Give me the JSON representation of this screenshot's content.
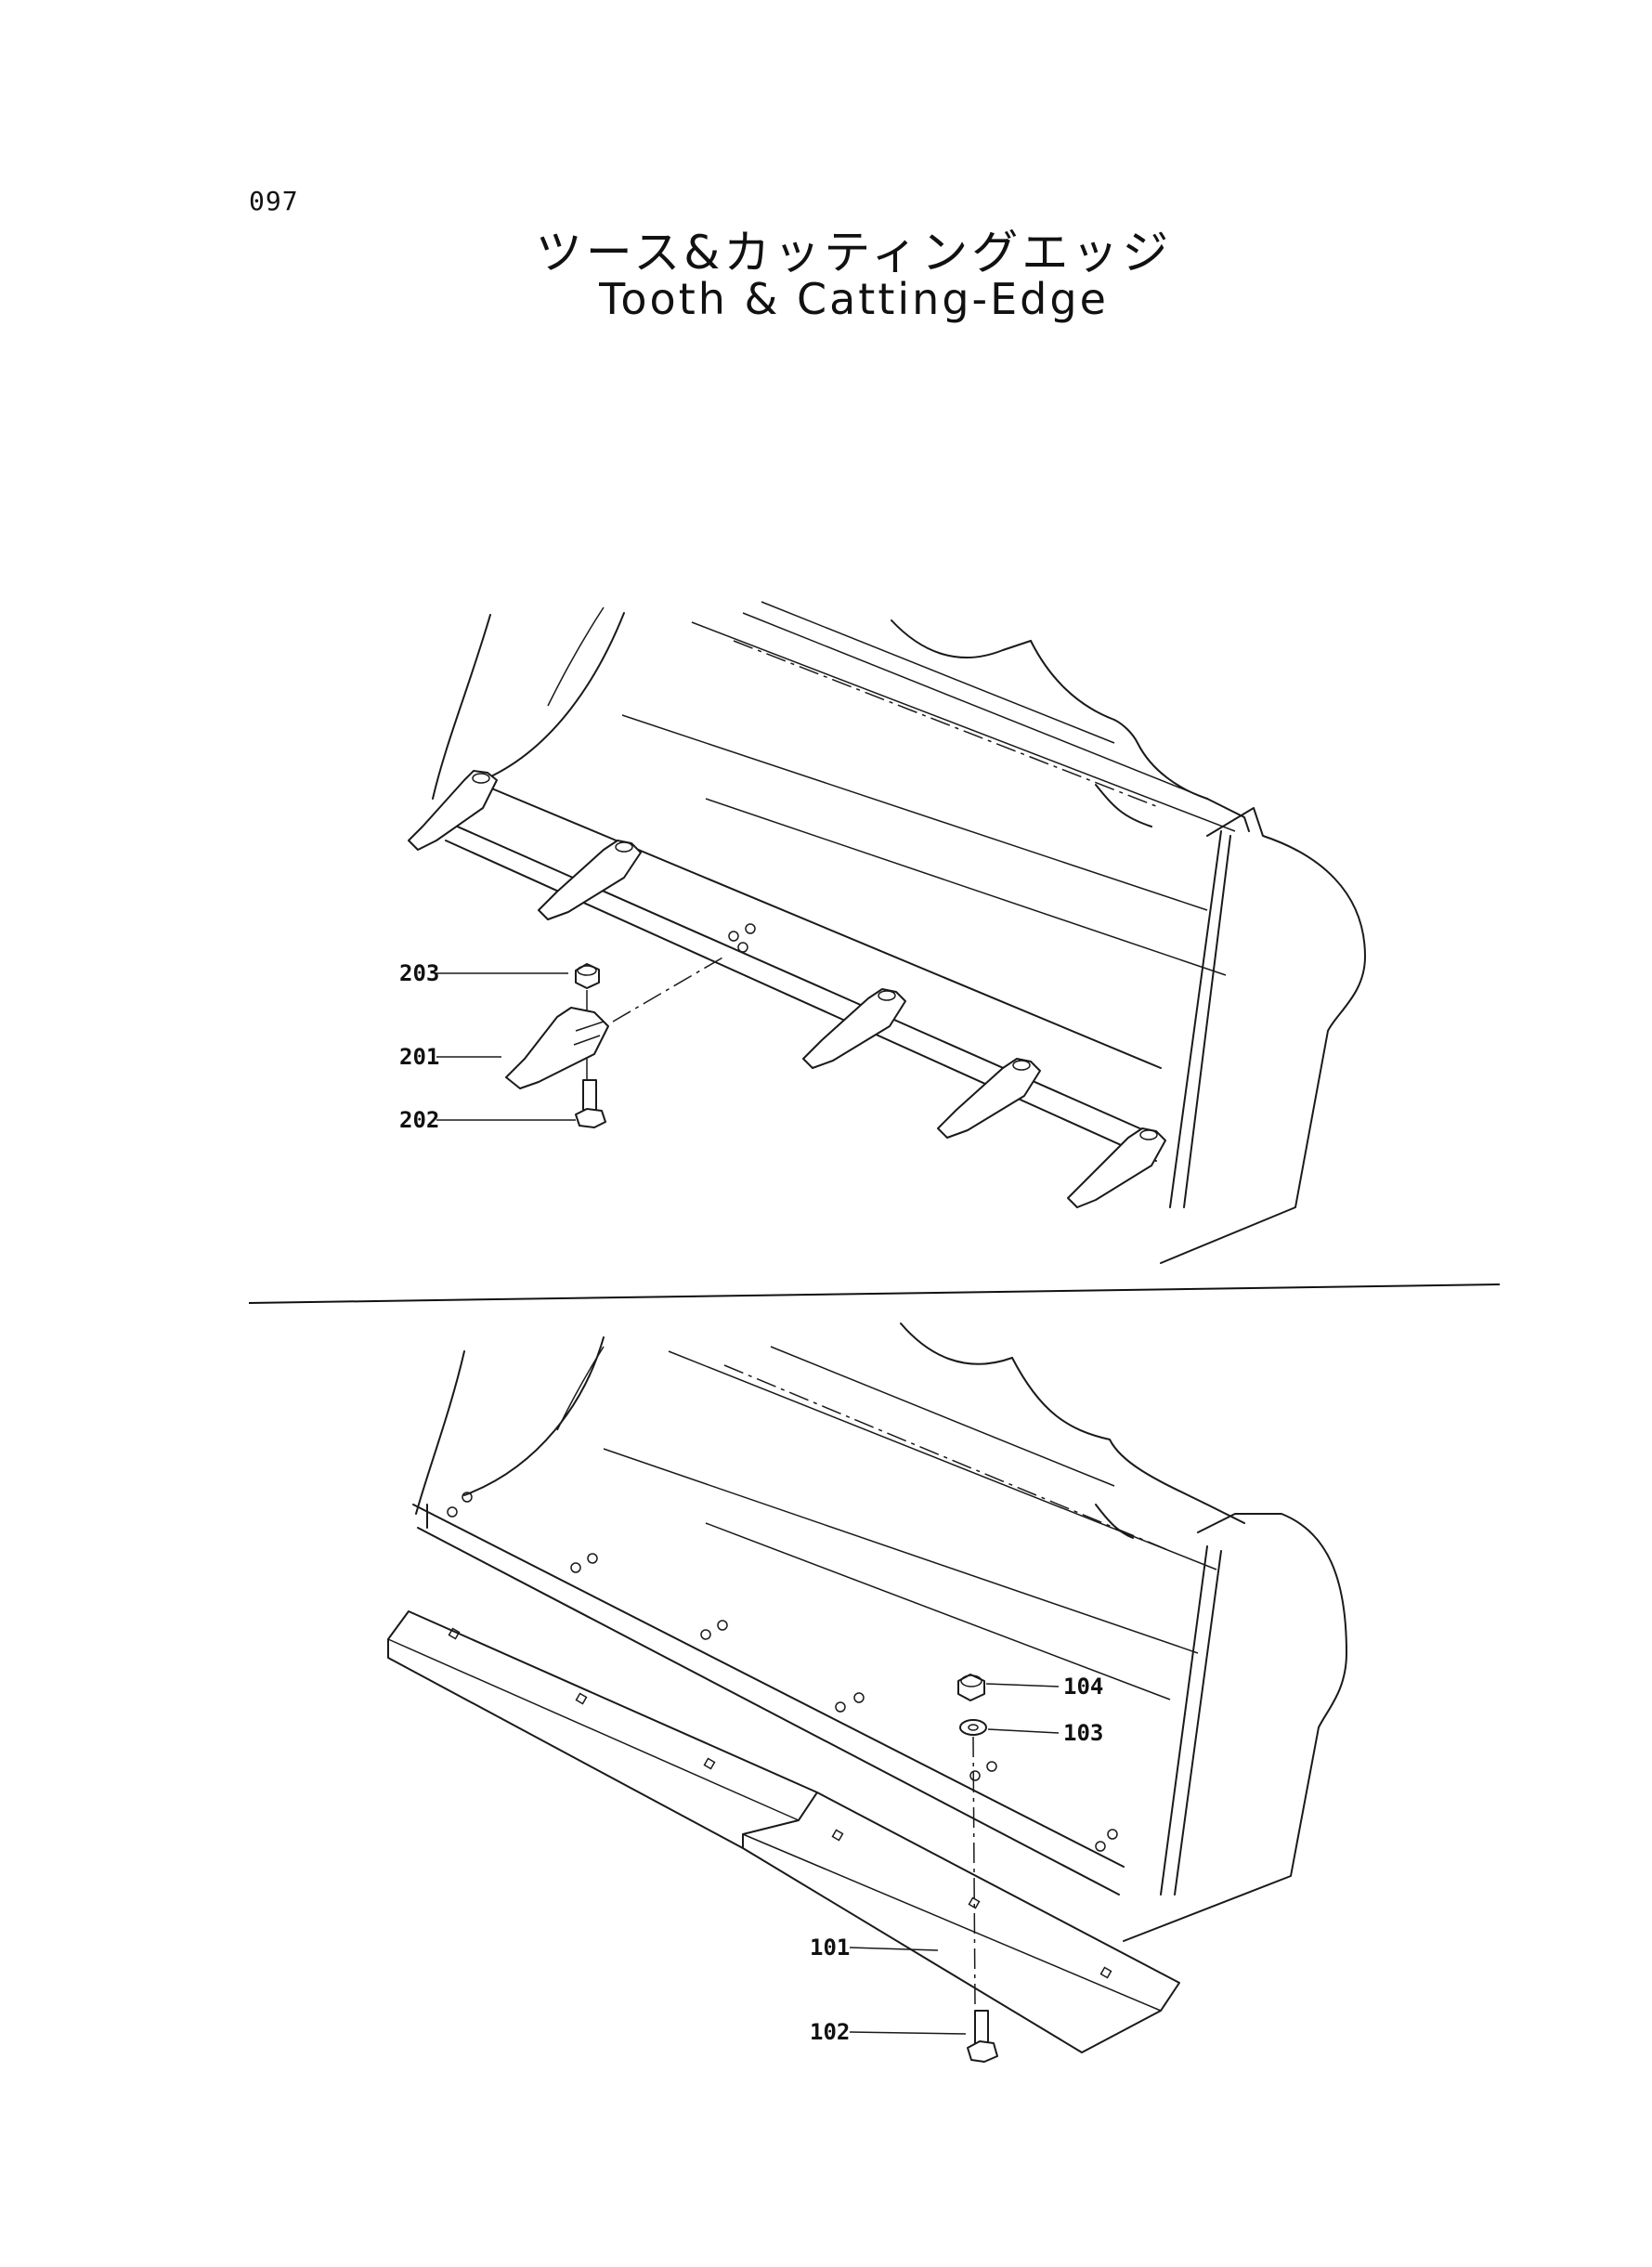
{
  "header": {
    "page_number": "097",
    "title_jp": "ツース&カッティングエッジ",
    "title_en": "Tooth & Catting-Edge"
  },
  "diagram_upper": {
    "callouts": [
      {
        "id": "203"
      },
      {
        "id": "201"
      },
      {
        "id": "202"
      }
    ]
  },
  "diagram_lower": {
    "callouts": [
      {
        "id": "104"
      },
      {
        "id": "103"
      },
      {
        "id": "101"
      },
      {
        "id": "102"
      }
    ]
  }
}
